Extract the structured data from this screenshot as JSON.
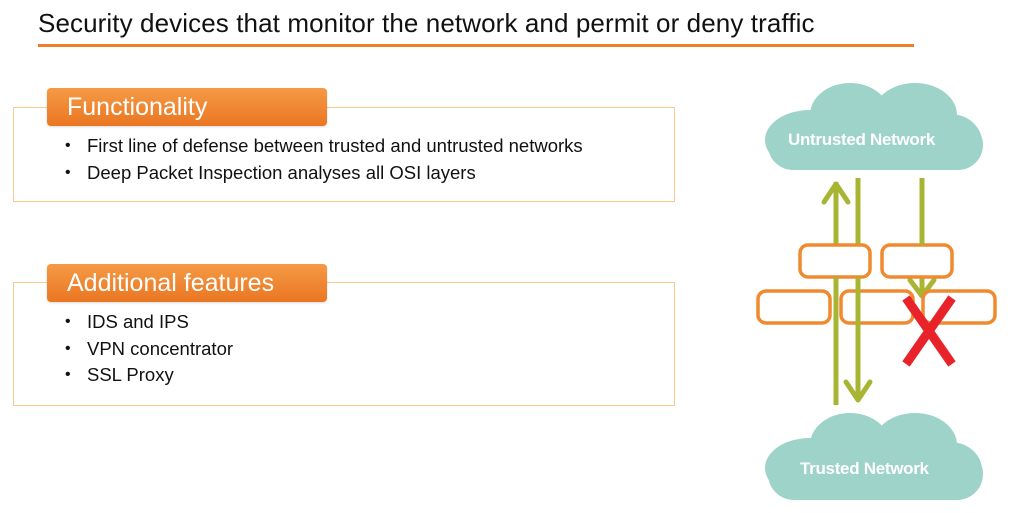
{
  "slide": {
    "title": "Security devices that monitor the network and permit or deny traffic",
    "accent_color": "#ee7d2c"
  },
  "sections": [
    {
      "heading": "Functionality",
      "bullets": [
        "First line of defense between trusted and untrusted networks",
        "Deep Packet Inspection analyses all OSI layers"
      ]
    },
    {
      "heading": "Additional features",
      "bullets": [
        "IDS and IPS",
        "VPN concentrator",
        "SSL Proxy"
      ]
    }
  ],
  "diagram": {
    "top_cloud_label": "Untrusted Network",
    "bottom_cloud_label": "Trusted Network",
    "cloud_color": "#9dd3c8",
    "arrow_color": "#a8b533",
    "firewall_brick_color": "#f08a2e",
    "blocked_marker": "X",
    "blocked_color": "#e8232a"
  }
}
